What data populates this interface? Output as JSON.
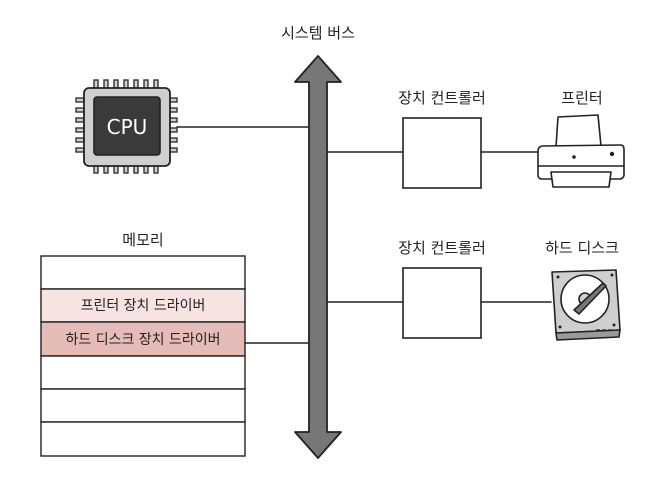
{
  "bus": {
    "label": "시스템 버스"
  },
  "cpu": {
    "label": "CPU"
  },
  "memory": {
    "label": "메모리",
    "rows": [
      {
        "text": "",
        "fill": "#ffffff"
      },
      {
        "text": "프린터 장치 드라이버",
        "fill": "#f7e3e1"
      },
      {
        "text": "하드 디스크 장치 드라이버",
        "fill": "#e6bcb8"
      },
      {
        "text": "",
        "fill": "#ffffff"
      },
      {
        "text": "",
        "fill": "#ffffff"
      },
      {
        "text": "",
        "fill": "#ffffff"
      }
    ]
  },
  "controllers": [
    {
      "label": "장치 컨트롤러",
      "device": "프린터",
      "device_icon": "printer-icon"
    },
    {
      "label": "장치 컨트롤러",
      "device": "하드 디스크",
      "device_icon": "hard-disk-icon"
    }
  ],
  "colors": {
    "bus_fill": "#777777",
    "cpu_body": "#3a3a3a",
    "cpu_frame": "#cfcfcf"
  }
}
